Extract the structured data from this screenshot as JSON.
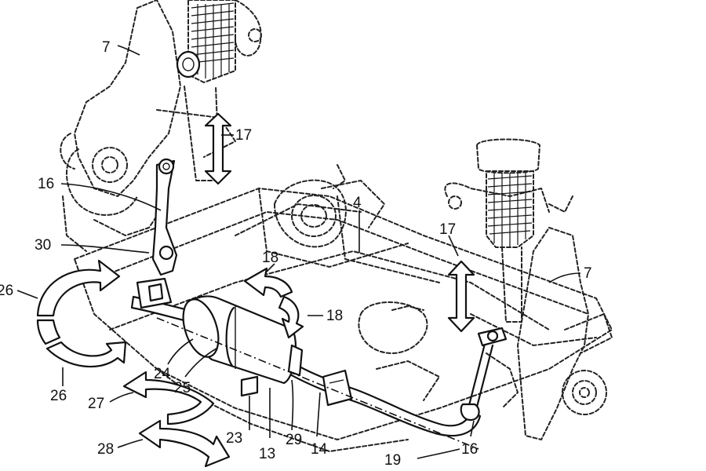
{
  "labels": {
    "l4": "4",
    "l7a": "7",
    "l7b": "7",
    "l13": "13",
    "l14": "14",
    "l16a": "16",
    "l16b": "16",
    "l17a": "17",
    "l17b": "17",
    "l18a": "18",
    "l18b": "18",
    "l19": "19",
    "l23": "23",
    "l24": "24",
    "l25": "25",
    "l26a": "26",
    "l26b": "26",
    "l27": "27",
    "l28": "28",
    "l29": "29",
    "l30": "30"
  }
}
